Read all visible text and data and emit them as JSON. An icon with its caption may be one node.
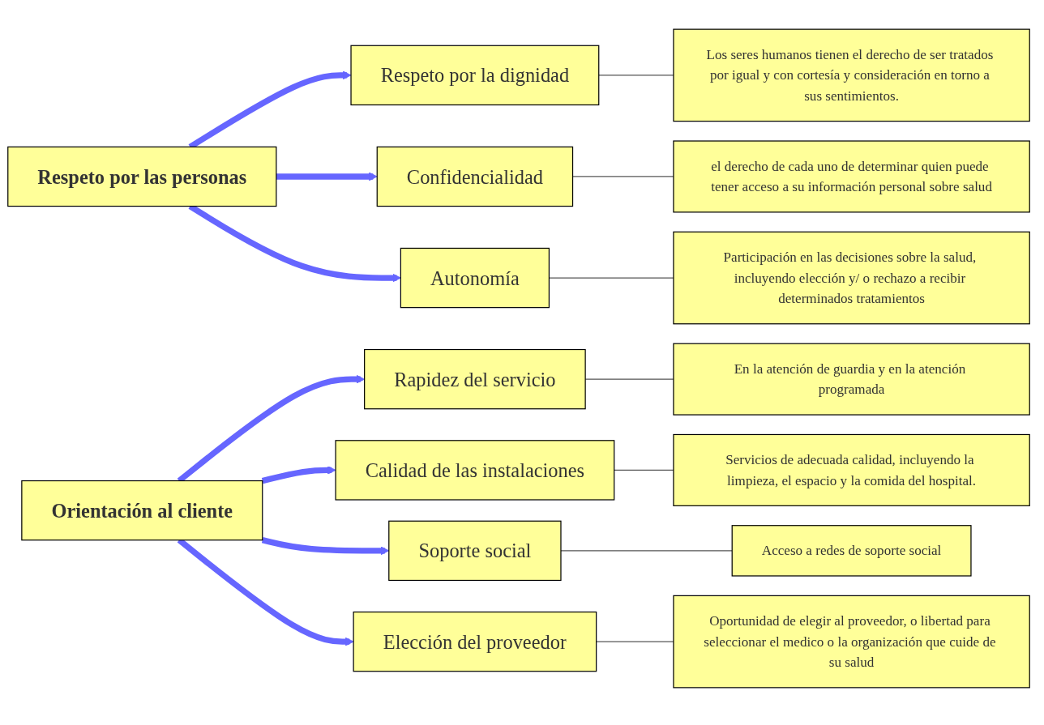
{
  "diagram": {
    "nodes": [
      {
        "text": [
          "Respeto por las personas"
        ]
      },
      {
        "text": [
          "Respeto por la dignidad"
        ]
      },
      {
        "text": [
          "Los seres humanos tienen el derecho de ser tratados por igual y con cortesía y consideración en torno a sus sentimientos."
        ]
      },
      {
        "text": [
          "Confidencialidad"
        ]
      },
      {
        "text": [
          "el derecho de cada uno de determinar quien puede tener acceso a su información personal sobre salud"
        ]
      },
      {
        "text": [
          "Autonomía"
        ]
      },
      {
        "text": [
          "Participación en las decisiones sobre la salud, incluyendo elección y/ o rechazo a recibir determinados tratamientos"
        ]
      },
      {
        "text": [
          "Orientación al cliente"
        ]
      },
      {
        "text": [
          "Rapidez del servicio"
        ]
      },
      {
        "text": [
          "En la atención de guardia y en la atención programada"
        ]
      },
      {
        "text": [
          "Calidad de las instalaciones"
        ]
      },
      {
        "text": [
          "Servicios de adecuada calidad, incluyendo la limpieza, el espacio y la comida del hospital."
        ]
      },
      {
        "text": [
          "Soporte social"
        ]
      },
      {
        "text": [
          "Acceso a redes de soporte social"
        ]
      },
      {
        "text": [
          "Elección del proveedor"
        ]
      },
      {
        "text": [
          "Oportunidad de elegir al proveedor, o libertad para seleccionar el medico o la organización que cuide de su salud"
        ]
      }
    ],
    "edges": [
      {
        "from": 0,
        "to": 1,
        "arrow": "to",
        "style": "thick",
        "color": "#6666ff"
      },
      {
        "from": 0,
        "to": 3,
        "arrow": "to",
        "style": "thick",
        "color": "#6666ff"
      },
      {
        "from": 0,
        "to": 5,
        "arrow": "to",
        "style": "thick",
        "color": "#6666ff"
      },
      {
        "from": 1,
        "to": 2,
        "arrow": "none",
        "color": "#555555"
      },
      {
        "from": 3,
        "to": 4,
        "arrow": "none",
        "color": "#555555"
      },
      {
        "from": 5,
        "to": 6,
        "arrow": "none",
        "color": "#555555"
      },
      {
        "from": 7,
        "to": 8,
        "arrow": "to",
        "style": "thick",
        "color": "#6666ff"
      },
      {
        "from": 7,
        "to": 10,
        "arrow": "to",
        "style": "thick",
        "color": "#6666ff"
      },
      {
        "from": 7,
        "to": 12,
        "arrow": "to",
        "style": "thick",
        "color": "#6666ff"
      },
      {
        "from": 7,
        "to": 14,
        "arrow": "to",
        "style": "thick",
        "color": "#6666ff"
      },
      {
        "from": 8,
        "to": 9,
        "arrow": "none",
        "color": "#555555"
      },
      {
        "from": 10,
        "to": 11,
        "arrow": "none",
        "color": "#555555"
      },
      {
        "from": 12,
        "to": 13,
        "arrow": "none",
        "color": "#555555"
      },
      {
        "from": 14,
        "to": 15,
        "arrow": "none",
        "color": "#555555"
      }
    ]
  }
}
